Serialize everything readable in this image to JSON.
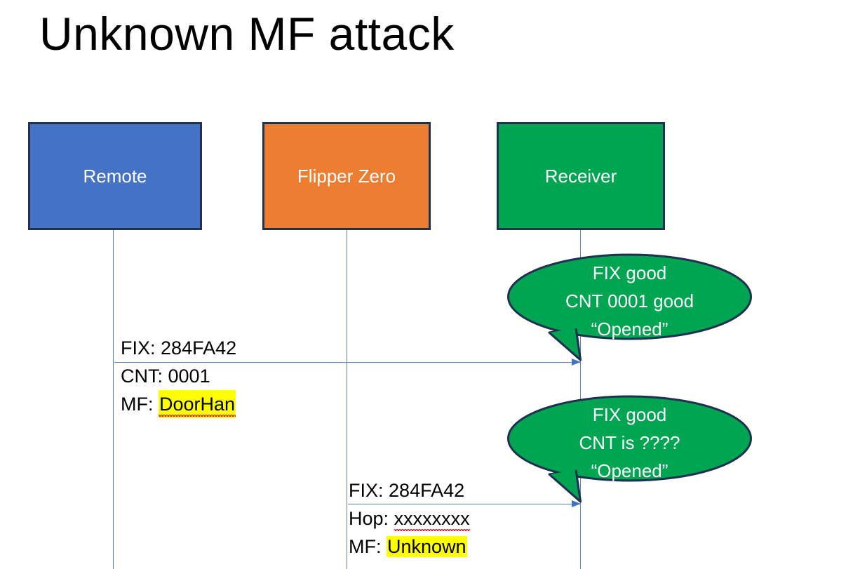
{
  "slide": {
    "title": "Unknown MF attack",
    "background": "#ffffff"
  },
  "colors": {
    "remote_fill": "#4472C4",
    "flipper_fill": "#ED7D31",
    "receiver_fill": "#00A551",
    "box_border": "#1F3150",
    "lifeline": "#5B83C4",
    "arrow": "#4472C4",
    "bubble_fill": "#00A551",
    "bubble_border": "#1F3150",
    "highlight": "#FFFF00",
    "spellcheck_underline": "#E81123",
    "text": "#000000",
    "box_label_text": "#ffffff"
  },
  "actors": [
    {
      "id": "remote",
      "label": "Remote"
    },
    {
      "id": "flipper",
      "label": "Flipper Zero"
    },
    {
      "id": "receiver",
      "label": "Receiver"
    }
  ],
  "messages": [
    {
      "id": "remote-to-receiver",
      "from": "remote",
      "to": "receiver",
      "lines": [
        {
          "label": "FIX:",
          "value": "284FA42",
          "highlight": false,
          "spellcheck_error": false
        },
        {
          "label": "CNT:",
          "value": "0001",
          "highlight": false,
          "spellcheck_error": false
        },
        {
          "label": "MF:",
          "value": "DoorHan",
          "highlight": true,
          "spellcheck_error": true
        }
      ]
    },
    {
      "id": "flipper-to-receiver",
      "from": "flipper",
      "to": "receiver",
      "lines": [
        {
          "label": "FIX:",
          "value": "284FA42",
          "highlight": false,
          "spellcheck_error": false
        },
        {
          "label": "Hop:",
          "value": "xxxxxxxx",
          "highlight": false,
          "spellcheck_error": true
        },
        {
          "label": "MF:",
          "value": "Unknown",
          "highlight": true,
          "spellcheck_error": false
        }
      ]
    }
  ],
  "bubbles": [
    {
      "id": "receiver-response-1",
      "lines": [
        "FIX good",
        "CNT 0001 good",
        "“Opened”"
      ]
    },
    {
      "id": "receiver-response-2",
      "lines": [
        "FIX good",
        "CNT is ????",
        "“Opened”"
      ]
    }
  ]
}
